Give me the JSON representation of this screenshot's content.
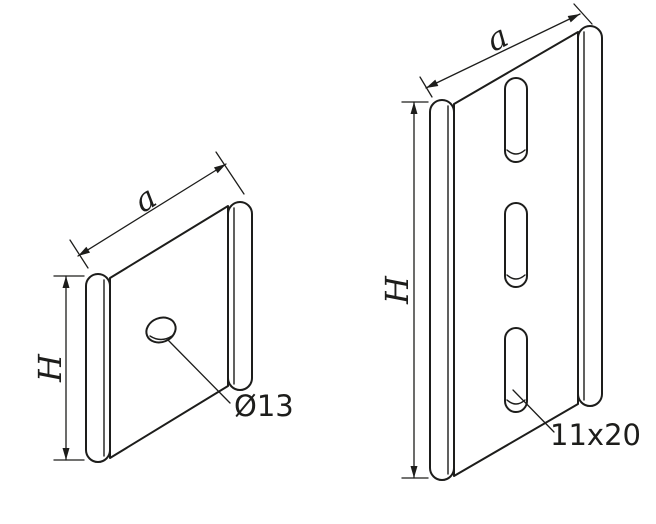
{
  "colors": {
    "line": "#1d1d1b",
    "background": "#ffffff"
  },
  "left_part": {
    "width_label": "a",
    "height_label": "H",
    "hole_label": "Ø13"
  },
  "right_part": {
    "width_label": "a",
    "height_label": "H",
    "slot_label": "11x20"
  }
}
